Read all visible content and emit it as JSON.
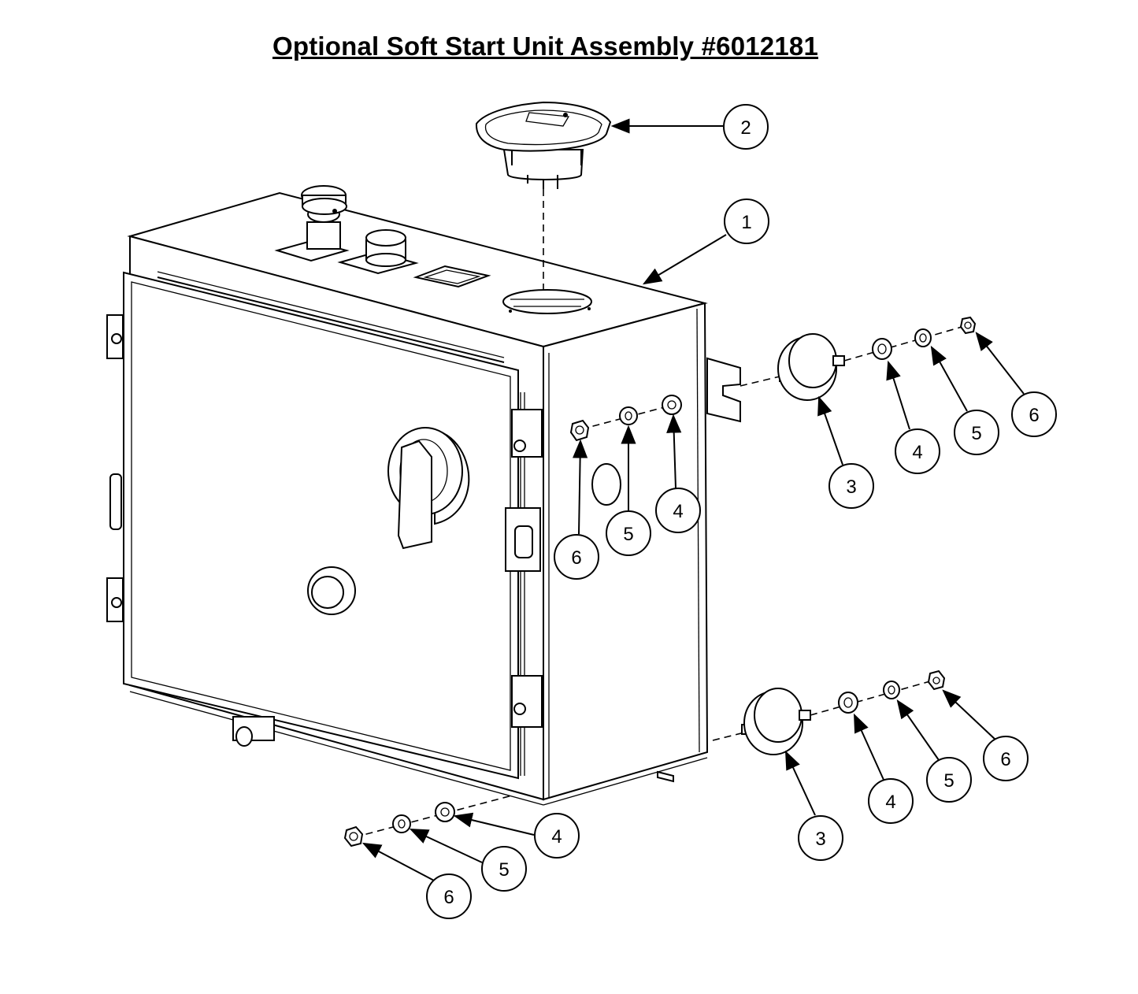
{
  "title": "Optional Soft Start Unit Assembly #6012181",
  "callouts": {
    "c1": "1",
    "c2": "2",
    "c3a": "3",
    "c3b": "3",
    "c4a": "4",
    "c4b": "4",
    "c4c": "4",
    "c4d": "4",
    "c5a": "5",
    "c5b": "5",
    "c5c": "5",
    "c5d": "5",
    "c6a": "6",
    "c6b": "6",
    "c6c": "6",
    "c6d": "6"
  }
}
